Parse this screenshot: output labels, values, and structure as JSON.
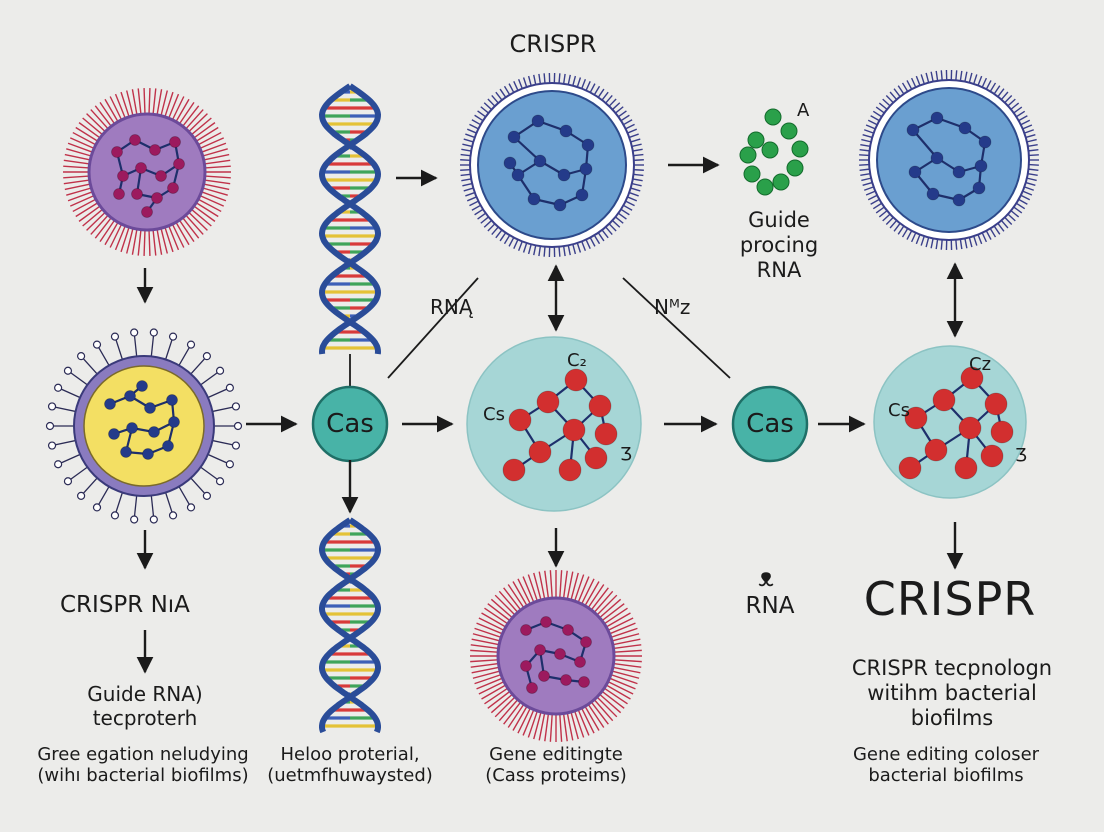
{
  "labels": {
    "title": "CRISPR",
    "crispr_nia": "CRISPR NıA",
    "guide_rna_block": [
      "Guide RNA)",
      "tecproterh"
    ],
    "caption_1": [
      "Gree egation neludying",
      "(wihı bacterial biofilms)"
    ],
    "caption_2": [
      "Heloo proterial,",
      "(uetmfhuwaysted)"
    ],
    "caption_3": [
      "Gene editingte",
      "(Cass proteims)"
    ],
    "guide_proting": [
      "Guide",
      "procing",
      "RNA"
    ],
    "rna_left": "RNĄ",
    "nmz": "Nᴹz",
    "top_a": "A",
    "cas_1": "Cas",
    "cas_2": "Cas",
    "c2_mid": "C₂",
    "cs_mid": "Cs",
    "three_mid": "Ʒ",
    "c2_right": "Cz",
    "cs_right": "Cs",
    "three_right": "Ʒ",
    "rna_lower": "RNA",
    "loop_glyph": "ᴥ",
    "crispr_big": "CRISPR",
    "crispr_tech": [
      "CRISPR tecpnologn",
      "witihm bacterial",
      "biofilms"
    ],
    "caption_4": [
      "Gene editing coloser",
      "bacterial biofilms"
    ]
  },
  "colors": {
    "purple_fill": "#9f7bbf",
    "magenta_node": "#9c1a5e",
    "spike_red": "#c0324a",
    "yellow_fill": "#f3df63",
    "navy_node": "#243b8a",
    "blue_fill": "#6a9fd0",
    "teal_fill": "#a6d6d6",
    "red_node": "#d22f2f",
    "cas_fill": "#48b3a7",
    "green_node": "#2aa04a"
  }
}
